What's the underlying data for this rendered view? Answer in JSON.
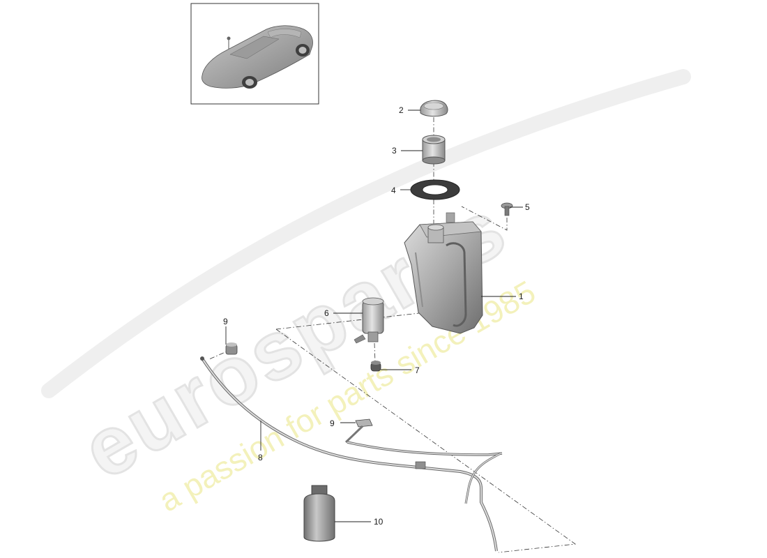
{
  "watermark": {
    "brand": "eurospares",
    "tagline": "a passion for parts since 1985"
  },
  "thumbnail": {
    "icon": "porsche-918-spyder-car-icon"
  },
  "callouts": [
    {
      "id": "c2",
      "label": "2"
    },
    {
      "id": "c3",
      "label": "3"
    },
    {
      "id": "c4",
      "label": "4"
    },
    {
      "id": "c5",
      "label": "5"
    },
    {
      "id": "c1",
      "label": "1"
    },
    {
      "id": "c6",
      "label": "6"
    },
    {
      "id": "c9a",
      "label": "9"
    },
    {
      "id": "c7",
      "label": "7"
    },
    {
      "id": "c9b",
      "label": "9"
    },
    {
      "id": "c8",
      "label": "8"
    },
    {
      "id": "c10",
      "label": "10"
    }
  ],
  "parts": [
    {
      "callout": "1",
      "icon": "washer-fluid-reservoir-icon"
    },
    {
      "callout": "2",
      "icon": "reservoir-cap-icon"
    },
    {
      "callout": "3",
      "icon": "filler-neck-icon"
    },
    {
      "callout": "4",
      "icon": "seal-ring-icon"
    },
    {
      "callout": "5",
      "icon": "bolt-icon"
    },
    {
      "callout": "6",
      "icon": "washer-pump-icon"
    },
    {
      "callout": "7",
      "icon": "grommet-icon"
    },
    {
      "callout": "8",
      "icon": "washer-hose-icon"
    },
    {
      "callout": "9",
      "icon": "hose-connector-icon"
    },
    {
      "callout": "10",
      "icon": "fluid-bottle-icon"
    }
  ]
}
